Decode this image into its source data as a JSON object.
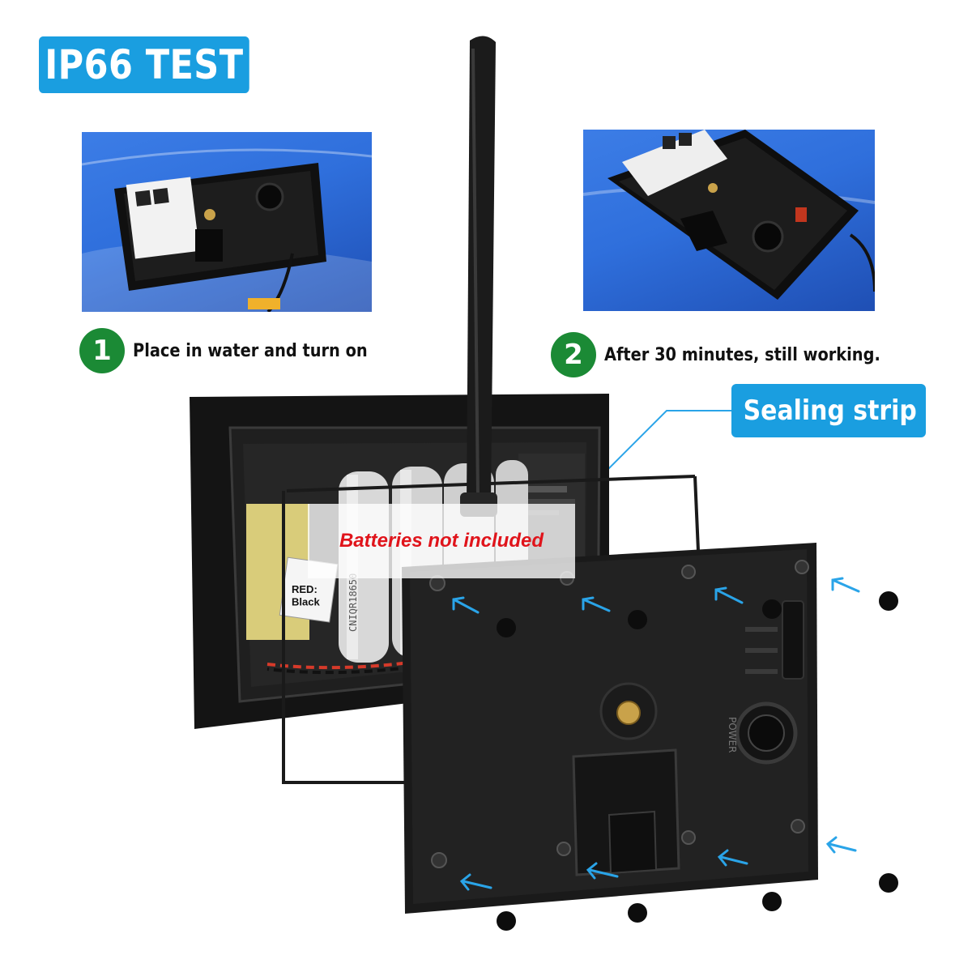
{
  "title": "IP66 TEST",
  "steps": [
    {
      "number": "1",
      "text": "Place in water and turn on"
    },
    {
      "number": "2",
      "text": "After 30 minutes, still working."
    }
  ],
  "callout": "Sealing strip",
  "note": "Batteries not included",
  "device_labels": {
    "power": "POWER",
    "battery_label": "RED:\nBlack",
    "cell_print": "CNIQR18650"
  },
  "colors": {
    "badge_blue": "#1a9ee0",
    "step_green": "#1b8a35",
    "note_red": "#e0141b",
    "arrow_blue": "#2aa4e8",
    "water_blue": "#2f6fdc",
    "device_black": "#141414"
  }
}
